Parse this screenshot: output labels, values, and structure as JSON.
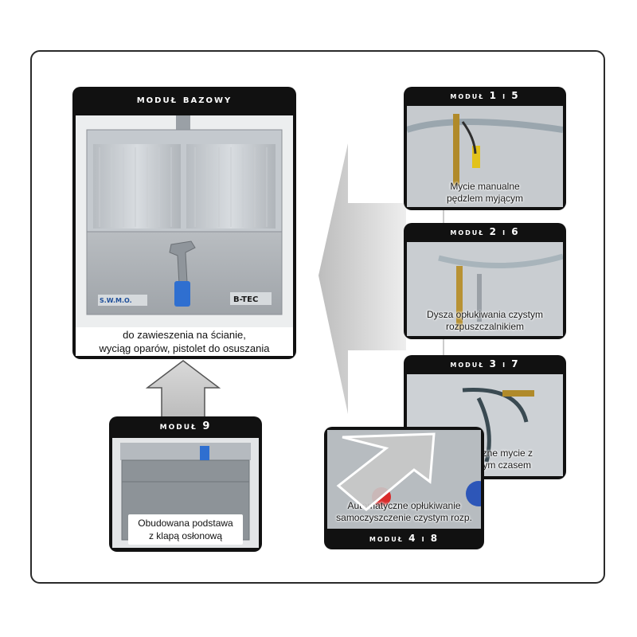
{
  "modules": {
    "base": {
      "title": "MODUŁ BAZOWY",
      "caption_line1": "do zawieszenia na ścianie,",
      "caption_line2": "wyciąg oparów, pistolet do osuszania",
      "logo_left": "S.W.M.O.",
      "logo_right": "B-TEC"
    },
    "m15": {
      "title": "MODUŁ 1 i 5",
      "caption_line1": "Mycie manualne",
      "caption_line2": "pędzlem myjącym"
    },
    "m26": {
      "title": "MODUŁ 2 i 6",
      "caption_line1": "Dysza opłukiwania czystym",
      "caption_line2": "rozpuszczalnikiem"
    },
    "m37": {
      "title": "MODUŁ 3 i 7",
      "caption_line1": "Automatyczne mycie z",
      "caption_line2": "regulowanym czasem"
    },
    "m48": {
      "title": "MODUŁ 4 i 8",
      "caption_line1": "Automatyczne opłukiwanie",
      "caption_line2": "samoczyszczenie czystym rozp."
    },
    "m9": {
      "title": "MODUŁ 9",
      "caption_line1": "Obudowana podstawa",
      "caption_line2": "z klapą osłonową"
    }
  },
  "colors": {
    "module_bg": "#111111",
    "frame_border": "#2a2a2a",
    "arrow_fill": "#cfcfcf",
    "arrow_stroke": "#555555"
  }
}
